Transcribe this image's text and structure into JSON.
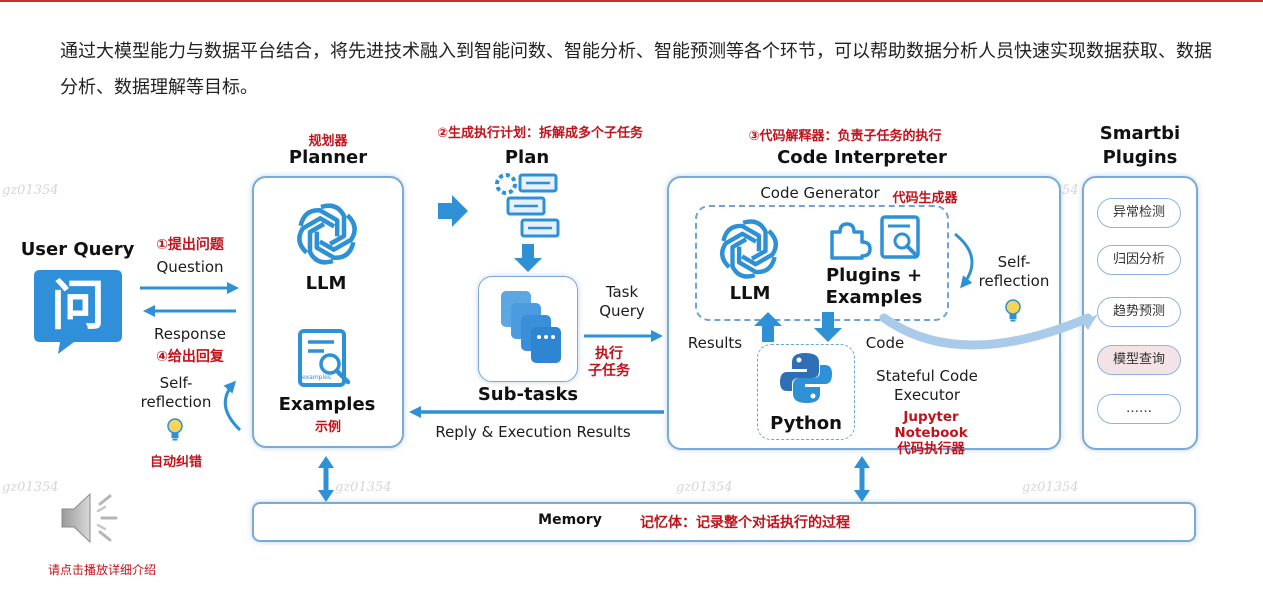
{
  "intro_text": "通过大模型能力与数据平台结合，将先进技术融入到智能问数、智能分析、智能预测等各个环节，可以帮助数据分析人员快速实现数据获取、数据分析、数据理解等目标。",
  "user_query": {
    "title": "User Query",
    "glyph": "问"
  },
  "left_labels": {
    "step1": "①提出问题",
    "question": "Question",
    "response": "Response",
    "step4": "④给出回复",
    "self_reflection": "Self-\nreflection",
    "auto_fix": "自动纠错"
  },
  "planner": {
    "title_zh": "规划器",
    "title": "Planner",
    "llm": "LLM",
    "examples": "Examples",
    "examples_zh": "示例",
    "examples_icon_tag": "examples"
  },
  "plan": {
    "step2": "②生成执行计划：拆解成多个子任务",
    "title": "Plan",
    "subtasks": "Sub-tasks"
  },
  "task_query": {
    "label": "Task\nQuery",
    "zh": "执行\n子任务"
  },
  "reply": "Reply & Execution Results",
  "code_interpreter": {
    "step3": "③代码解释器：负责子任务的执行",
    "title": "Code Interpreter",
    "code_generator": "Code Generator",
    "code_generator_zh": "代码生成器",
    "llm": "LLM",
    "plugins": "Plugins +\nExamples",
    "self_reflection": "Self-\nreflection",
    "results": "Results",
    "code": "Code",
    "python": "Python",
    "stateful": "Stateful Code\nExecutor",
    "jupyter": "Jupyter\nNotebook\n代码执行器"
  },
  "smartbi": {
    "title": "Smartbi\nPlugins",
    "items": [
      "异常检测",
      "归因分析",
      "趋势预测",
      "模型查询",
      "……"
    ]
  },
  "memory": {
    "label": "Memory",
    "zh": "记忆体：记录整个对话执行的过程"
  },
  "audio_hint": "请点击播放详细介绍",
  "watermark": "gz01354",
  "colors": {
    "accent_blue": "#2e90d5",
    "red": "#c0131b",
    "box_border": "#7aaad6",
    "highlight": "#f4e3e6"
  }
}
